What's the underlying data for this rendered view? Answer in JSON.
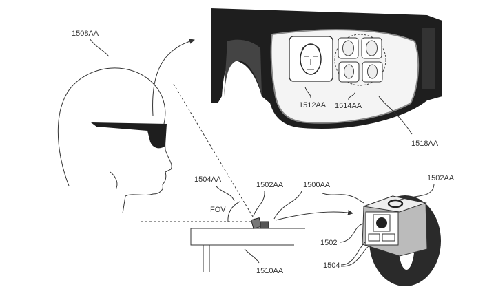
{
  "labels": {
    "user": "1508AA",
    "primary_face": "1512AA",
    "face_candidates": "1514AA",
    "lens_display": "1518AA",
    "fov_ref": "1504AA",
    "camera_device": "1502AA",
    "device": "1500AA",
    "fov": "FOV",
    "watch_button": "1502AA",
    "watch_display": "1502",
    "watch_controls": "1504",
    "table": "1510AA"
  },
  "colors": {
    "line": "#333333",
    "frame": "#1e1e1e",
    "band": "#2a2a2a"
  }
}
